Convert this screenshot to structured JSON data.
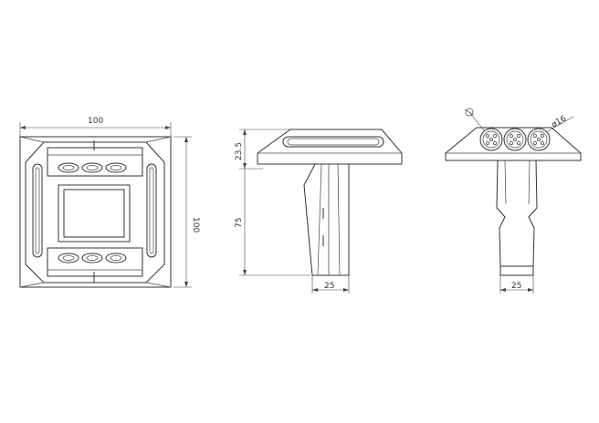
{
  "dimensions": {
    "top_view_width": "100",
    "top_view_height": "100",
    "side_cap_height": "23.5",
    "side_stem_height": "75",
    "side_stem_width": "25",
    "front_stem_width": "25",
    "led_diameter": "ø16"
  }
}
